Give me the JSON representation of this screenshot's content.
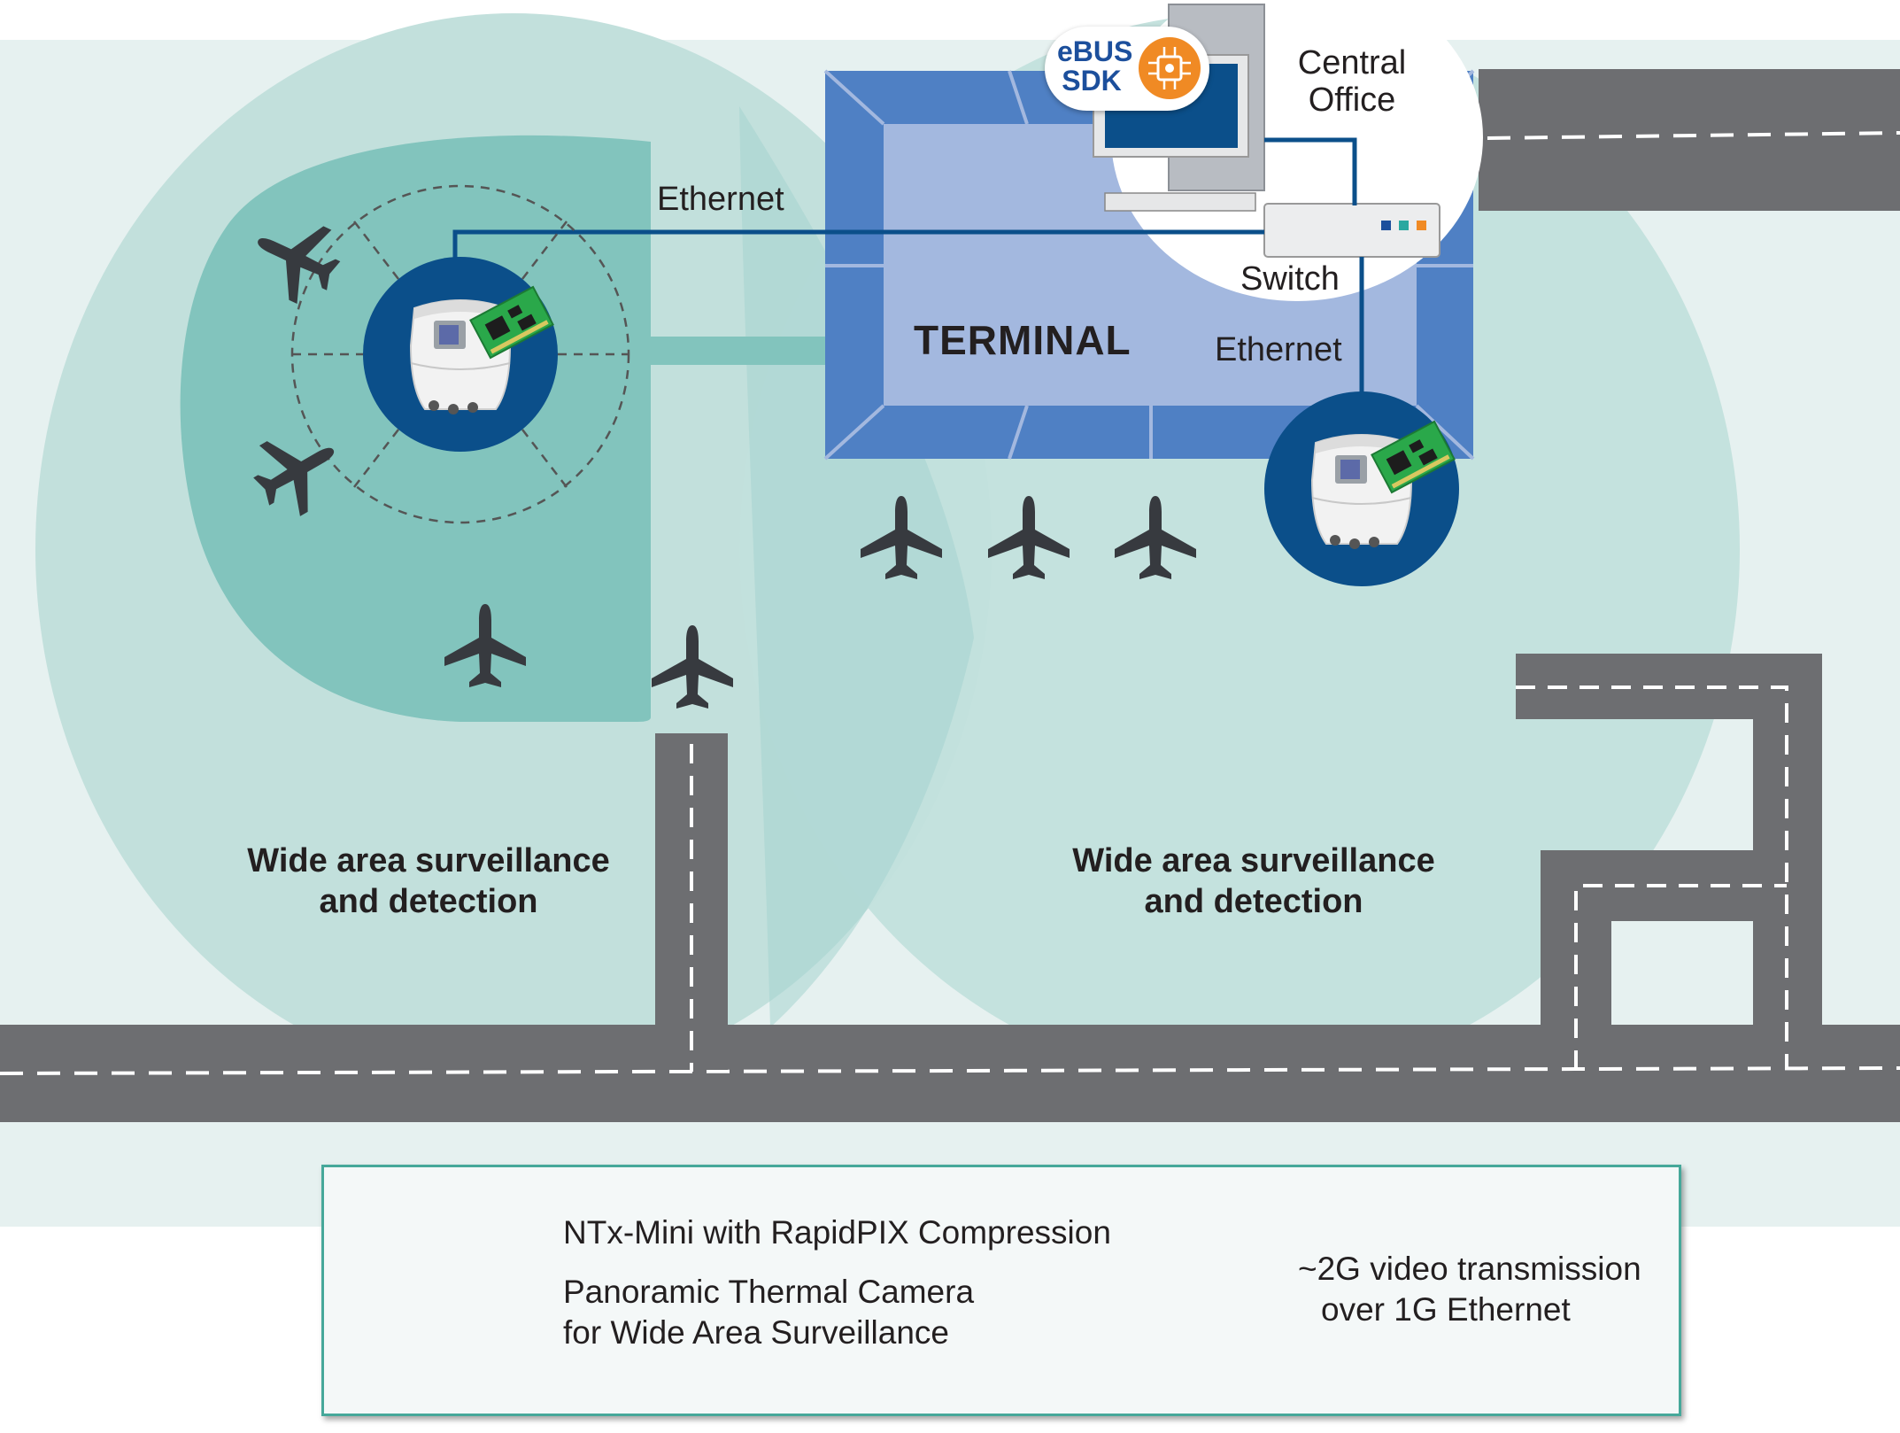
{
  "labels": {
    "ethernet_top": "Ethernet",
    "ethernet_right": "Ethernet",
    "terminal": "TERMINAL",
    "central_office_line1": "Central",
    "central_office_line2": "Office",
    "switch": "Switch",
    "ebus_line1": "eBUS",
    "ebus_line2": "SDK",
    "zone_left_line1": "Wide area surveillance",
    "zone_left_line2": "and detection",
    "zone_right_line1": "Wide area surveillance",
    "zone_right_line2": "and detection"
  },
  "legend": {
    "camera_title": "NTx-Mini with RapidPIX Compression",
    "camera_desc_line1": "Panoramic Thermal Camera",
    "camera_desc_line2": "for Wide Area Surveillance",
    "line_desc_line1": "~2G video transmission",
    "line_desc_line2": "over 1G Ethernet"
  },
  "colors": {
    "background": "#e6f1f0",
    "coverage_light": "#c2e0dc",
    "coverage_mid": "#a6d4cf",
    "coverage_dark": "#82c4bd",
    "road": "#6d6e71",
    "terminal_outer": "#4f80c4",
    "terminal_inner": "#a3b8df",
    "camera_disc": "#0b4f8a",
    "ethernet_line": "#0b4f8a",
    "airplane": "#373a3f",
    "legend_border": "#46a89a",
    "ebus_orange": "#f08a24",
    "ebus_blue": "#1c4f9c"
  }
}
